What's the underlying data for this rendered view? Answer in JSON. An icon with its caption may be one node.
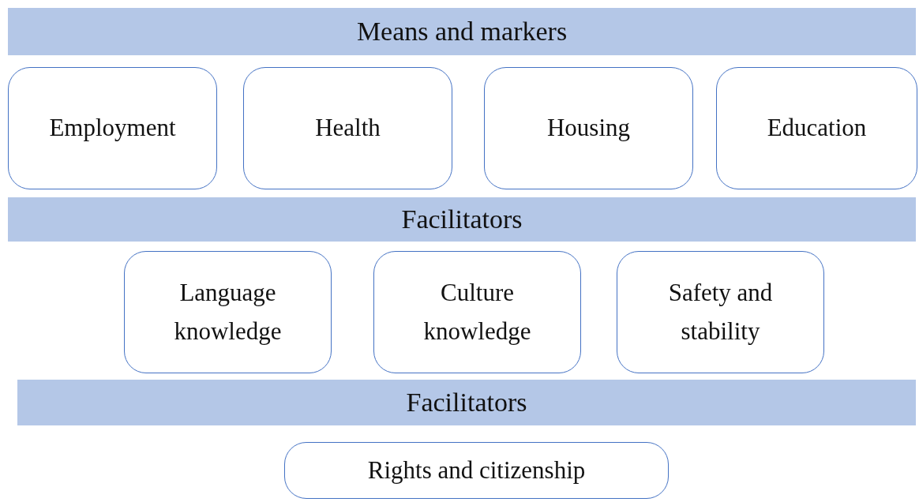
{
  "diagram": {
    "nodes": [
      {
        "text": [
          "Means and markers"
        ]
      },
      {
        "text": [
          "Employment"
        ]
      },
      {
        "text": [
          "Health"
        ]
      },
      {
        "text": [
          "Housing"
        ]
      },
      {
        "text": [
          "Education"
        ]
      },
      {
        "text": [
          "Facilitators"
        ]
      },
      {
        "text": [
          "Language knowledge"
        ]
      },
      {
        "text": [
          "Culture knowledge"
        ]
      },
      {
        "text": [
          "Safety and stability"
        ]
      },
      {
        "text": [
          "Facilitators"
        ]
      },
      {
        "text": [
          "Rights and citizenship"
        ]
      }
    ]
  }
}
